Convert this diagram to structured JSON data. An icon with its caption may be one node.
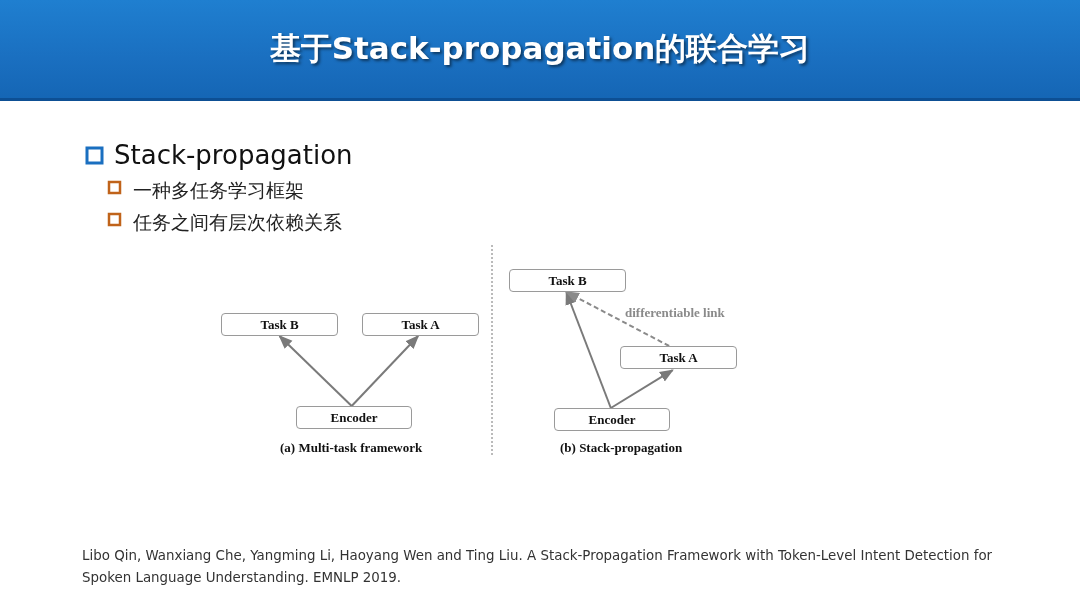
{
  "diagram": {
    "title": "基于Stack-propagation的联合学习",
    "nodes": [
      {
        "text": [
          "Task B"
        ]
      },
      {
        "text": [
          "Task A"
        ]
      },
      {
        "text": [
          "Encoder"
        ]
      },
      {
        "text": [
          "Task B"
        ]
      },
      {
        "text": [
          "Task A"
        ]
      },
      {
        "text": [
          "Encoder"
        ]
      }
    ],
    "edges": [
      {
        "from": 2,
        "to": 0,
        "arrow": "to"
      },
      {
        "from": 2,
        "to": 1,
        "arrow": "to"
      },
      {
        "from": 5,
        "to": 3,
        "arrow": "to"
      },
      {
        "from": 5,
        "to": 4,
        "arrow": "to"
      },
      {
        "from": 4,
        "to": 3,
        "arrow": "to",
        "style": "dashed",
        "label": "differentiable link"
      }
    ],
    "labels": [
      "Stack-propagation",
      "一种多任务学习框架",
      "任务之间有层次依赖关系",
      "(a) Multi-task framework",
      "(b) Stack-propagation",
      "Libo Qin, Wanxiang Che, Yangming Li, Haoyang Wen and Ting Liu. A Stack-Propagation Framework with Token-Level Intent Detection for Spoken Language Understanding. EMNLP 2019."
    ]
  }
}
